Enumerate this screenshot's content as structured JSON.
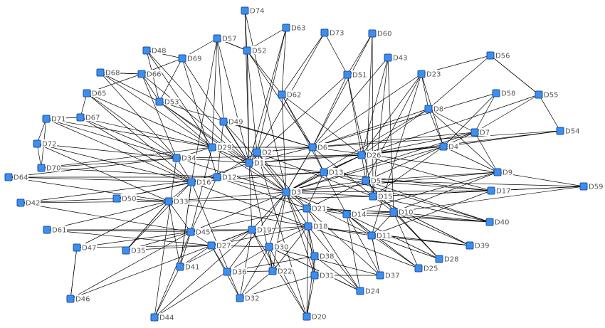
{
  "colors": {
    "node_fill": "#3d8ef2",
    "node_stroke": "#1a4f99",
    "edge": "#000000",
    "label": "#555555"
  },
  "nodes": [
    {
      "id": "D1",
      "label": "D1"
    },
    {
      "id": "D2",
      "label": "D2"
    },
    {
      "id": "D3",
      "label": "D3"
    },
    {
      "id": "D4",
      "label": "D4"
    },
    {
      "id": "D5",
      "label": "D5"
    },
    {
      "id": "D6",
      "label": "D6"
    },
    {
      "id": "D7",
      "label": "D7"
    },
    {
      "id": "D8",
      "label": "D8"
    },
    {
      "id": "D9",
      "label": "D9"
    },
    {
      "id": "D10",
      "label": "D10"
    },
    {
      "id": "D11",
      "label": "D11"
    },
    {
      "id": "D12",
      "label": "D12"
    },
    {
      "id": "D13",
      "label": "D13"
    },
    {
      "id": "D14",
      "label": "D14"
    },
    {
      "id": "D15",
      "label": "D15"
    },
    {
      "id": "D16",
      "label": "D16"
    },
    {
      "id": "D17",
      "label": "D17"
    },
    {
      "id": "D18",
      "label": "D18"
    },
    {
      "id": "D19",
      "label": "D19"
    },
    {
      "id": "D20",
      "label": "D20"
    },
    {
      "id": "D21",
      "label": "D21"
    },
    {
      "id": "D22",
      "label": "D22"
    },
    {
      "id": "D23",
      "label": "D23"
    },
    {
      "id": "D24",
      "label": "D24"
    },
    {
      "id": "D25",
      "label": "D25"
    },
    {
      "id": "D26",
      "label": "D26"
    },
    {
      "id": "D27",
      "label": "D27"
    },
    {
      "id": "D28",
      "label": "D28"
    },
    {
      "id": "D29",
      "label": "D29"
    },
    {
      "id": "D30",
      "label": "D30"
    },
    {
      "id": "D31",
      "label": "D31"
    },
    {
      "id": "D32",
      "label": "D32"
    },
    {
      "id": "D33",
      "label": "D33"
    },
    {
      "id": "D34",
      "label": "D34"
    },
    {
      "id": "D35",
      "label": "D35"
    },
    {
      "id": "D36",
      "label": "D36"
    },
    {
      "id": "D37",
      "label": "D37"
    },
    {
      "id": "D38",
      "label": "D38"
    },
    {
      "id": "D39",
      "label": "D39"
    },
    {
      "id": "D40",
      "label": "D40"
    },
    {
      "id": "D41",
      "label": "D41"
    },
    {
      "id": "D42",
      "label": "D42"
    },
    {
      "id": "D43",
      "label": "D43"
    },
    {
      "id": "D44",
      "label": "D44"
    },
    {
      "id": "D45",
      "label": "D45"
    },
    {
      "id": "D46",
      "label": "D46"
    },
    {
      "id": "D47",
      "label": "D47"
    },
    {
      "id": "D48",
      "label": "D48"
    },
    {
      "id": "D49",
      "label": "D49"
    },
    {
      "id": "D50",
      "label": "D50"
    },
    {
      "id": "D51",
      "label": "D51"
    },
    {
      "id": "D52",
      "label": "D52"
    },
    {
      "id": "D53",
      "label": "D53"
    },
    {
      "id": "D54",
      "label": "D54"
    },
    {
      "id": "D55",
      "label": "D55"
    },
    {
      "id": "D56",
      "label": "D56"
    },
    {
      "id": "D57",
      "label": "D57"
    },
    {
      "id": "D58",
      "label": "D58"
    },
    {
      "id": "D59",
      "label": "D59"
    },
    {
      "id": "D60",
      "label": "D60"
    },
    {
      "id": "D61",
      "label": "D61"
    },
    {
      "id": "D62",
      "label": "D62"
    },
    {
      "id": "D63",
      "label": "D63"
    },
    {
      "id": "D64",
      "label": "D64"
    },
    {
      "id": "D65",
      "label": "D65"
    },
    {
      "id": "D66",
      "label": "D66"
    },
    {
      "id": "D67",
      "label": "D67"
    },
    {
      "id": "D68",
      "label": "D68"
    },
    {
      "id": "D69",
      "label": "D69"
    },
    {
      "id": "D70",
      "label": "D70"
    },
    {
      "id": "D71",
      "label": "D71"
    },
    {
      "id": "D72",
      "label": "D72"
    },
    {
      "id": "D73",
      "label": "D73"
    },
    {
      "id": "D74",
      "label": "D74"
    }
  ],
  "edges": [
    [
      "D74",
      "D52"
    ],
    [
      "D63",
      "D52"
    ],
    [
      "D57",
      "D52"
    ],
    [
      "D52",
      "D57"
    ],
    [
      "D57",
      "D69"
    ],
    [
      "D48",
      "D69"
    ],
    [
      "D69",
      "D66"
    ],
    [
      "D66",
      "D68"
    ],
    [
      "D68",
      "D66"
    ],
    [
      "D66",
      "D65"
    ],
    [
      "D65",
      "D67"
    ],
    [
      "D67",
      "D71"
    ],
    [
      "D71",
      "D72"
    ],
    [
      "D72",
      "D70"
    ],
    [
      "D70",
      "D71"
    ],
    [
      "D64",
      "D34"
    ],
    [
      "D42",
      "D50"
    ],
    [
      "D61",
      "D45"
    ],
    [
      "D47",
      "D46"
    ],
    [
      "D46",
      "D47"
    ],
    [
      "D44",
      "D45"
    ],
    [
      "D56",
      "D55"
    ],
    [
      "D55",
      "D56"
    ],
    [
      "D55",
      "D54"
    ],
    [
      "D58",
      "D4"
    ],
    [
      "D7",
      "D9"
    ],
    [
      "D9",
      "D59"
    ],
    [
      "D17",
      "D59"
    ],
    [
      "D23",
      "D8"
    ],
    [
      "D8",
      "D4"
    ],
    [
      "D4",
      "D9"
    ],
    [
      "D51",
      "D6"
    ],
    [
      "D60",
      "D15"
    ],
    [
      "D43",
      "D26"
    ],
    [
      "D73",
      "D62"
    ],
    [
      "D62",
      "D3"
    ],
    [
      "D53",
      "D1"
    ],
    [
      "D49",
      "D1"
    ],
    [
      "D29",
      "D1"
    ],
    [
      "D34",
      "D1"
    ],
    [
      "D16",
      "D1"
    ],
    [
      "D12",
      "D3"
    ],
    [
      "D33",
      "D3"
    ],
    [
      "D50",
      "D33"
    ],
    [
      "D45",
      "D3"
    ],
    [
      "D27",
      "D19"
    ],
    [
      "D41",
      "D16"
    ],
    [
      "D35",
      "D33"
    ],
    [
      "D36",
      "D3"
    ],
    [
      "D32",
      "D19"
    ],
    [
      "D22",
      "D3"
    ],
    [
      "D20",
      "D30"
    ],
    [
      "D31",
      "D3"
    ],
    [
      "D24",
      "D14"
    ],
    [
      "D37",
      "D11"
    ],
    [
      "D25",
      "D11"
    ],
    [
      "D28",
      "D10"
    ],
    [
      "D39",
      "D11"
    ],
    [
      "D40",
      "D10"
    ],
    [
      "D17",
      "D15"
    ],
    [
      "D9",
      "D5"
    ],
    [
      "D26",
      "D3"
    ],
    [
      "D6",
      "D3"
    ],
    [
      "D13",
      "D3"
    ],
    [
      "D15",
      "D3"
    ],
    [
      "D5",
      "D21"
    ],
    [
      "D10",
      "D14"
    ],
    [
      "D11",
      "D18"
    ],
    [
      "D14",
      "D21"
    ],
    [
      "D18",
      "D3"
    ],
    [
      "D21",
      "D3"
    ],
    [
      "D19",
      "D3"
    ],
    [
      "D30",
      "D18"
    ],
    [
      "D38",
      "D18"
    ],
    [
      "D2",
      "D3"
    ],
    [
      "D1",
      "D6"
    ],
    [
      "D2",
      "D6"
    ],
    [
      "D3",
      "D6"
    ],
    [
      "D1",
      "D26"
    ],
    [
      "D3",
      "D26"
    ],
    [
      "D12",
      "D13"
    ],
    [
      "D16",
      "D13"
    ],
    [
      "D33",
      "D15"
    ],
    [
      "D45",
      "D21"
    ],
    [
      "D27",
      "D18"
    ],
    [
      "D29",
      "D6"
    ],
    [
      "D34",
      "D26"
    ],
    [
      "D53",
      "D6"
    ],
    [
      "D49",
      "D6"
    ],
    [
      "D62",
      "D6"
    ],
    [
      "D52",
      "D1"
    ],
    [
      "D51",
      "D1"
    ],
    [
      "D23",
      "D6"
    ],
    [
      "D8",
      "D3"
    ],
    [
      "D7",
      "D3"
    ],
    [
      "D4",
      "D3"
    ],
    [
      "D1",
      "D4"
    ],
    [
      "D2",
      "D7"
    ],
    [
      "D6",
      "D8"
    ],
    [
      "D3",
      "D9"
    ],
    [
      "D21",
      "D10"
    ],
    [
      "D14",
      "D11"
    ],
    [
      "D18",
      "D24"
    ],
    [
      "D19",
      "D22"
    ],
    [
      "D30",
      "D24"
    ],
    [
      "D38",
      "D20"
    ],
    [
      "D31",
      "D18"
    ],
    [
      "D22",
      "D18"
    ],
    [
      "D36",
      "D30"
    ],
    [
      "D32",
      "D30"
    ],
    [
      "D41",
      "D27"
    ],
    [
      "D35",
      "D45"
    ],
    [
      "D16",
      "D12"
    ],
    [
      "D34",
      "D16"
    ],
    [
      "D29",
      "D34"
    ],
    [
      "D53",
      "D29"
    ],
    [
      "D69",
      "D53"
    ],
    [
      "D66",
      "D53"
    ],
    [
      "D57",
      "D49"
    ],
    [
      "D48",
      "D53"
    ],
    [
      "D71",
      "D34"
    ],
    [
      "D72",
      "D16"
    ],
    [
      "D70",
      "D34"
    ],
    [
      "D67",
      "D29"
    ],
    [
      "D65",
      "D34"
    ],
    [
      "D68",
      "D29"
    ],
    [
      "D64",
      "D12"
    ],
    [
      "D42",
      "D33"
    ],
    [
      "D61",
      "D33"
    ],
    [
      "D47",
      "D45"
    ],
    [
      "D46",
      "D27"
    ],
    [
      "D44",
      "D36"
    ],
    [
      "D20",
      "D31"
    ],
    [
      "D24",
      "D38"
    ],
    [
      "D37",
      "D14"
    ],
    [
      "D25",
      "D10"
    ],
    [
      "D28",
      "D11"
    ],
    [
      "D39",
      "D10"
    ],
    [
      "D40",
      "D5"
    ],
    [
      "D17",
      "D5"
    ],
    [
      "D59",
      "D15"
    ],
    [
      "D54",
      "D4"
    ],
    [
      "D7",
      "D26"
    ],
    [
      "D4",
      "D26"
    ],
    [
      "D8",
      "D26"
    ],
    [
      "D23",
      "D26"
    ],
    [
      "D43",
      "D6"
    ],
    [
      "D60",
      "D6"
    ],
    [
      "D73",
      "D2"
    ],
    [
      "D63",
      "D1"
    ],
    [
      "D74",
      "D1"
    ],
    [
      "D52",
      "D2"
    ],
    [
      "D57",
      "D16"
    ],
    [
      "D69",
      "D12"
    ],
    [
      "D66",
      "D34"
    ],
    [
      "D5",
      "D13"
    ],
    [
      "D13",
      "D14"
    ],
    [
      "D15",
      "D10"
    ],
    [
      "D26",
      "D5"
    ],
    [
      "D6",
      "D13"
    ],
    [
      "D21",
      "D18"
    ],
    [
      "D18",
      "D19"
    ],
    [
      "D19",
      "D27"
    ],
    [
      "D27",
      "D45"
    ],
    [
      "D45",
      "D33"
    ],
    [
      "D33",
      "D16"
    ],
    [
      "D12",
      "D2"
    ],
    [
      "D2",
      "D1"
    ],
    [
      "D9",
      "D10"
    ],
    [
      "D10",
      "D11"
    ],
    [
      "D11",
      "D37"
    ],
    [
      "D14",
      "D25"
    ],
    [
      "D5",
      "D28"
    ],
    [
      "D15",
      "D39"
    ],
    [
      "D13",
      "D40"
    ],
    [
      "D26",
      "D17"
    ],
    [
      "D6",
      "D9"
    ],
    [
      "D3",
      "D17"
    ],
    [
      "D21",
      "D40"
    ],
    [
      "D18",
      "D39"
    ],
    [
      "D31",
      "D37"
    ],
    [
      "D30",
      "D22"
    ],
    [
      "D38",
      "D31"
    ],
    [
      "D22",
      "D32"
    ],
    [
      "D36",
      "D22"
    ],
    [
      "D27",
      "D36"
    ],
    [
      "D45",
      "D41"
    ],
    [
      "D33",
      "D35"
    ],
    [
      "D16",
      "D41"
    ],
    [
      "D12",
      "D45"
    ],
    [
      "D1",
      "D19"
    ],
    [
      "D2",
      "D21"
    ],
    [
      "D3",
      "D30"
    ],
    [
      "D3",
      "D38"
    ],
    [
      "D1",
      "D22"
    ],
    [
      "D2",
      "D20"
    ],
    [
      "D16",
      "D32"
    ],
    [
      "D34",
      "D44"
    ],
    [
      "D29",
      "D45"
    ],
    [
      "D49",
      "D12"
    ],
    [
      "D62",
      "D13"
    ],
    [
      "D51",
      "D15"
    ],
    [
      "D60",
      "D5"
    ],
    [
      "D43",
      "D10"
    ],
    [
      "D23",
      "D11"
    ],
    [
      "D8",
      "D9"
    ],
    [
      "D58",
      "D7"
    ],
    [
      "D56",
      "D8"
    ],
    [
      "D55",
      "D7"
    ],
    [
      "D54",
      "D26"
    ],
    [
      "D59",
      "D10"
    ],
    [
      "D17",
      "D11"
    ],
    [
      "D40",
      "D14"
    ],
    [
      "D39",
      "D18"
    ],
    [
      "D28",
      "D14"
    ],
    [
      "D25",
      "D18"
    ],
    [
      "D37",
      "D30"
    ],
    [
      "D24",
      "D30"
    ],
    [
      "D20",
      "D19"
    ],
    [
      "D32",
      "D27"
    ],
    [
      "D41",
      "D33"
    ],
    [
      "D35",
      "D16"
    ],
    [
      "D50",
      "D12"
    ],
    [
      "D42",
      "D45"
    ],
    [
      "D61",
      "D27"
    ],
    [
      "D64",
      "D33"
    ],
    [
      "D70",
      "D29"
    ],
    [
      "D72",
      "D34"
    ],
    [
      "D71",
      "D29"
    ],
    [
      "D67",
      "D34"
    ],
    [
      "D65",
      "D29"
    ],
    [
      "D68",
      "D53"
    ],
    [
      "D48",
      "D29"
    ],
    [
      "D69",
      "D1"
    ],
    [
      "D57",
      "D29"
    ],
    [
      "D52",
      "D62"
    ],
    [
      "D63",
      "D62"
    ],
    [
      "D73",
      "D51"
    ],
    [
      "D60",
      "D51"
    ],
    [
      "D43",
      "D15"
    ],
    [
      "D23",
      "D5"
    ],
    [
      "D58",
      "D6"
    ],
    [
      "D4",
      "D15"
    ],
    [
      "D7",
      "D5"
    ],
    [
      "D9",
      "D14"
    ],
    [
      "D10",
      "D21"
    ],
    [
      "D11",
      "D3"
    ],
    [
      "D14",
      "D3"
    ],
    [
      "D13",
      "D21"
    ],
    [
      "D5",
      "D3"
    ],
    [
      "D26",
      "D13"
    ],
    [
      "D6",
      "D15"
    ],
    [
      "D1",
      "D13"
    ],
    [
      "D2",
      "D15"
    ],
    [
      "D12",
      "D21"
    ],
    [
      "D16",
      "D18"
    ],
    [
      "D34",
      "D3"
    ],
    [
      "D29",
      "D3"
    ],
    [
      "D53",
      "D3"
    ],
    [
      "D49",
      "D3"
    ],
    [
      "D33",
      "D18"
    ],
    [
      "D45",
      "D19"
    ],
    [
      "D27",
      "D30"
    ],
    [
      "D41",
      "D19"
    ],
    [
      "D36",
      "D38"
    ],
    [
      "D32",
      "D31"
    ],
    [
      "D44",
      "D19"
    ],
    [
      "D46",
      "D45"
    ],
    [
      "D47",
      "D33"
    ],
    [
      "D35",
      "D27"
    ],
    [
      "D50",
      "D16"
    ],
    [
      "D20",
      "D18"
    ],
    [
      "D24",
      "D21"
    ],
    [
      "D37",
      "D21"
    ],
    [
      "D25",
      "D14"
    ],
    [
      "D28",
      "D5"
    ],
    [
      "D39",
      "D15"
    ],
    [
      "D40",
      "D15"
    ],
    [
      "D17",
      "D13"
    ],
    [
      "D59",
      "D5"
    ],
    [
      "D54",
      "D6"
    ],
    [
      "D55",
      "D26"
    ],
    [
      "D56",
      "D23"
    ],
    [
      "D23",
      "D4"
    ],
    [
      "D8",
      "D7"
    ],
    [
      "D62",
      "D26"
    ],
    [
      "D51",
      "D26"
    ],
    [
      "D52",
      "D6"
    ],
    [
      "D74",
      "D3"
    ],
    [
      "D63",
      "D2"
    ],
    [
      "D57",
      "D1"
    ],
    [
      "D48",
      "D1"
    ],
    [
      "D66",
      "D1"
    ],
    [
      "D68",
      "D34"
    ],
    [
      "D65",
      "D16"
    ],
    [
      "D67",
      "D16"
    ],
    [
      "D71",
      "D16"
    ],
    [
      "D72",
      "D33"
    ],
    [
      "D70",
      "D12"
    ],
    [
      "D64",
      "D16"
    ],
    [
      "D42",
      "D12"
    ],
    [
      "D61",
      "D19"
    ],
    [
      "D47",
      "D27"
    ],
    [
      "D44",
      "D41"
    ]
  ]
}
